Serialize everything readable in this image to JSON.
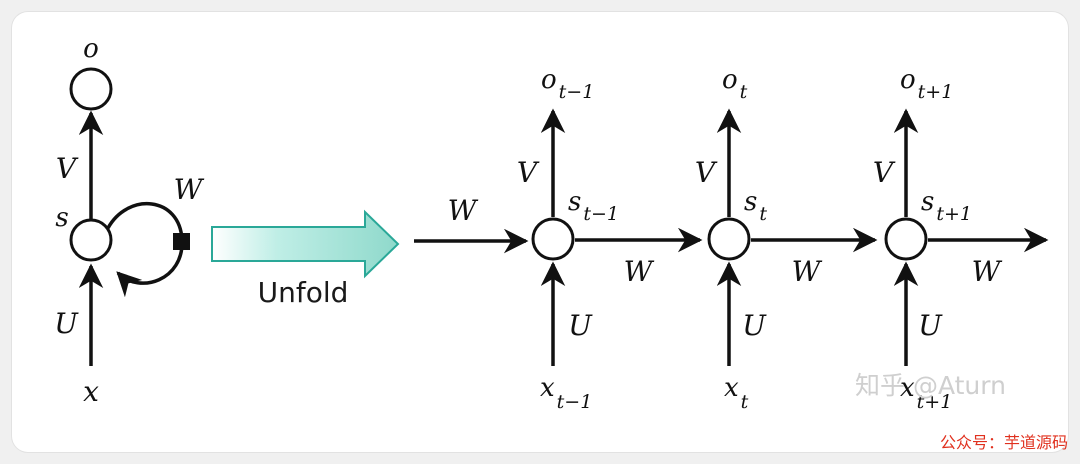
{
  "folded": {
    "input": "x",
    "hidden": "s",
    "output": "o",
    "input_weight": "U",
    "output_weight": "V",
    "recurrent_weight": "W"
  },
  "unfold_label": "Unfold",
  "colors": {
    "arrow_fill": "#8fd9cb",
    "arrow_stroke": "#2aa898",
    "footer_text": "#e0301e"
  },
  "unfolded": {
    "incoming_weight": "W",
    "steps": [
      {
        "x": "x",
        "x_sub": "t−1",
        "s": "s",
        "s_sub": "t−1",
        "o": "o",
        "o_sub": "t−1",
        "U": "U",
        "V": "V",
        "W": "W"
      },
      {
        "x": "x",
        "x_sub": "t",
        "s": "s",
        "s_sub": "t",
        "o": "o",
        "o_sub": "t",
        "U": "U",
        "V": "V",
        "W": "W"
      },
      {
        "x": "x",
        "x_sub": "t+1",
        "s": "s",
        "s_sub": "t+1",
        "o": "o",
        "o_sub": "t+1",
        "U": "U",
        "V": "V",
        "W": "W"
      }
    ]
  },
  "watermark": "知乎 @Aturn",
  "footer": "公众号：芋道源码"
}
